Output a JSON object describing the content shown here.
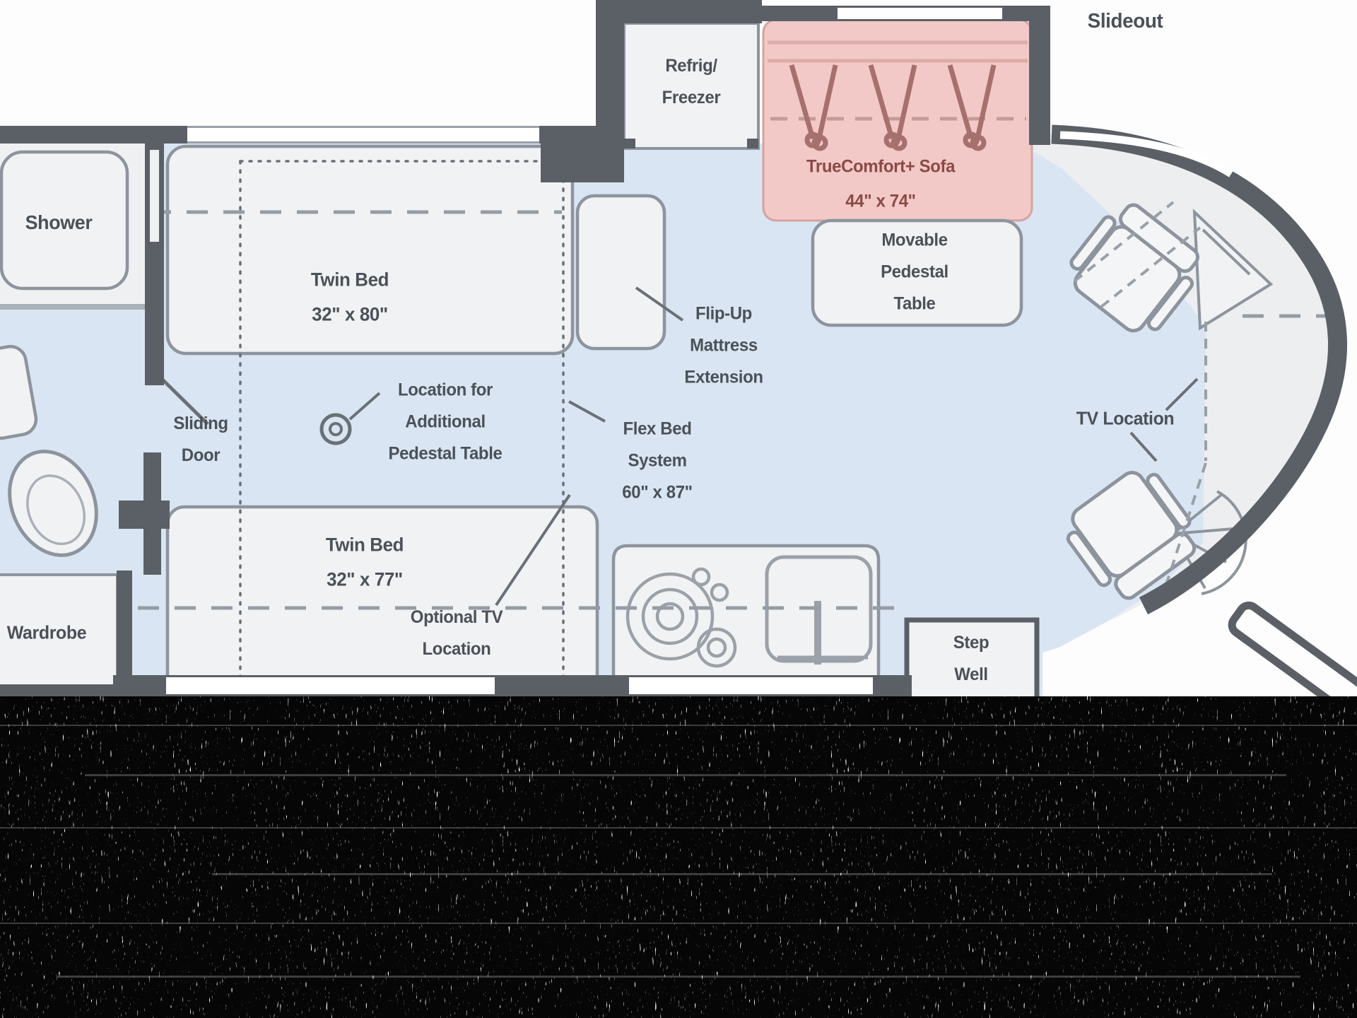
{
  "title": "RV floor plan diagram",
  "labels": {
    "shower": "Shower",
    "sliding_door": "Sliding\nDoor",
    "wardrobe": "Wardrobe",
    "twin_bed_upper": "Twin Bed\n32\" x 80\"",
    "twin_bed_lower": "Twin Bed\n32\" x 77\"",
    "pedestal_location": "Location for\nAdditional\nPedestal Table",
    "flip_up": "Flip-Up\nMattress\nExtension",
    "flex_bed": "Flex Bed\nSystem\n60\" x 87\"",
    "refrig": "Refrig/\nFreezer",
    "sofa": "TrueComfort+ Sofa\n44\" x 74\"",
    "movable_table": "Movable\nPedestal\nTable",
    "slideout": "Slideout",
    "tv_location": "TV Location",
    "step_well": "Step\nWell",
    "optional_tv": "Optional TV\nLocation"
  },
  "colors": {
    "wall": "#5b6067",
    "floor_blue": "#d9e5f2",
    "furniture": "#f1f2f4",
    "sofa_pink": "#f2c9c6",
    "sofa_text": "#8b4a45",
    "label_text": "#4b5158",
    "outline": "#8d949d",
    "noise_bg": "#060606"
  }
}
